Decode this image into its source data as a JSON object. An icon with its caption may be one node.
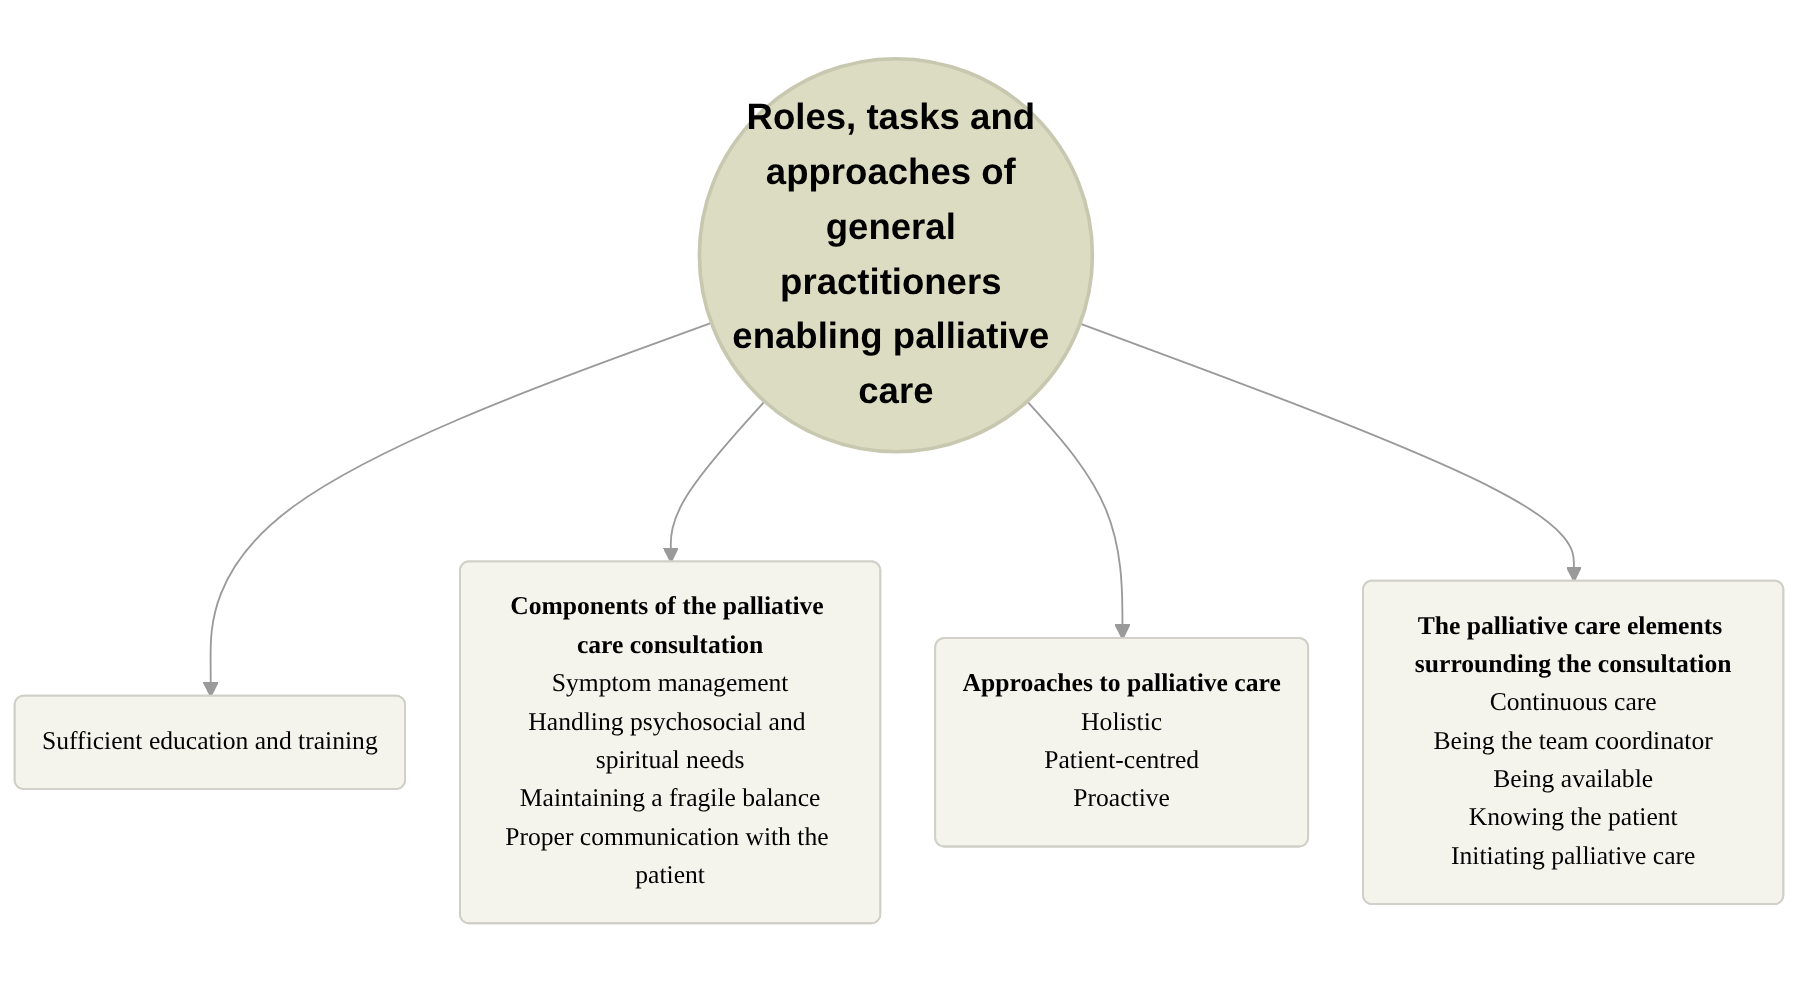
{
  "diagram": {
    "nodes": [
      {
        "text": [
          "Roles, tasks and approaches of general practitioners enabling palliative care"
        ]
      },
      {
        "text": [
          "Sufficient education and training"
        ]
      },
      {
        "text": [
          "Components of the palliative care consultation",
          "Symptom management",
          "Handling psychosocial and spiritual needs",
          "Maintaining a fragile balance",
          "Proper communication with the patient"
        ]
      },
      {
        "text": [
          "Approaches to palliative care",
          "Holistic",
          "Patient-centred",
          "Proactive"
        ]
      },
      {
        "text": [
          "The palliative care elements surrounding the consultation",
          "Continuous care",
          "Being the team coordinator",
          "Being available",
          "Knowing the patient",
          "Initiating palliative care"
        ]
      }
    ],
    "edges": [
      {
        "from": 0,
        "to": 1,
        "arrow": "to"
      },
      {
        "from": 0,
        "to": 2,
        "arrow": "to"
      },
      {
        "from": 0,
        "to": 3,
        "arrow": "to"
      },
      {
        "from": 0,
        "to": 4,
        "arrow": "to"
      }
    ]
  }
}
